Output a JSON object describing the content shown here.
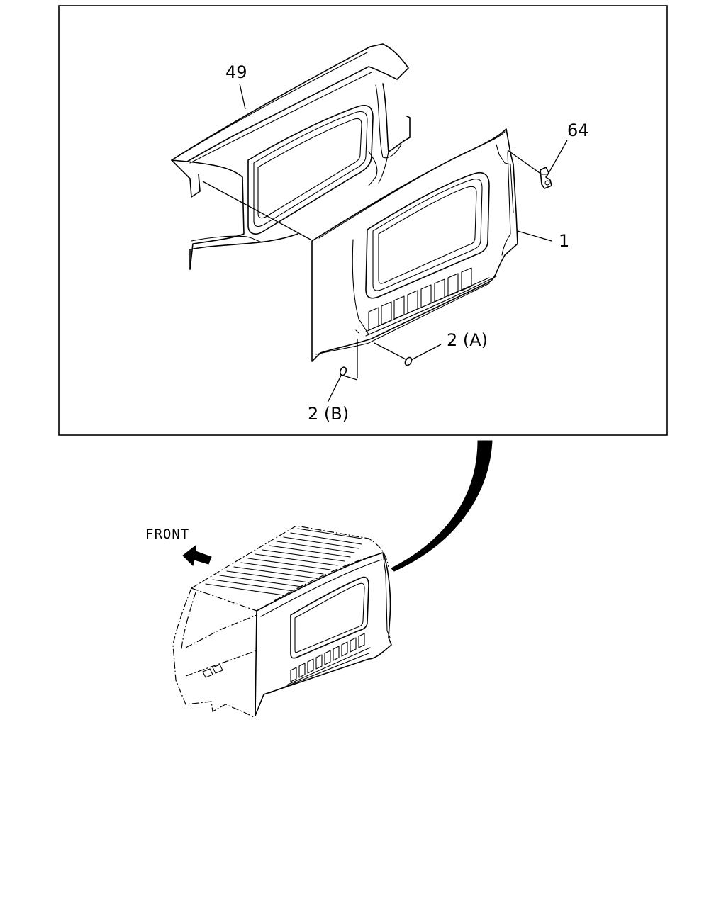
{
  "callouts": {
    "part_49": "49",
    "part_64": "64",
    "part_1": "1",
    "part_2a": "2 (A)",
    "part_2b": "2 (B)"
  },
  "orientation": {
    "front_label": "FRONT"
  },
  "colors": {
    "line": "#000000",
    "background": "#ffffff"
  }
}
